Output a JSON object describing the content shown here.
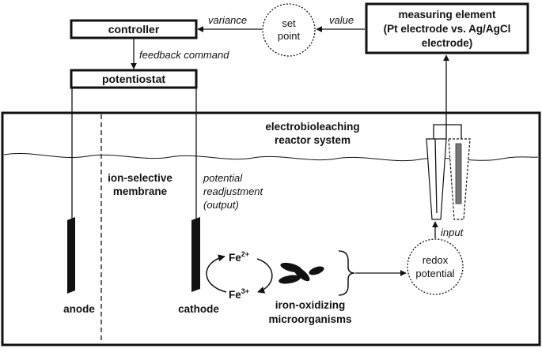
{
  "nodes": {
    "controller": "controller",
    "potentiostat": "potentiostat",
    "set_point_line1": "set",
    "set_point_line2": "point",
    "measuring_line1": "measuring element",
    "measuring_line2": "(Pt electrode vs. Ag/AgCl",
    "measuring_line3": "electrode)",
    "redox_line1": "redox",
    "redox_line2": "potential"
  },
  "edges": {
    "variance": "variance",
    "value": "value",
    "feedback_command": "feedback command",
    "input": "input"
  },
  "reactor": {
    "title_line1": "electrobioleaching",
    "title_line2": "reactor system",
    "membrane_line1": "ion-selective",
    "membrane_line2": "membrane",
    "readjust_line1": "potential",
    "readjust_line2": "readjustment",
    "readjust_line3": "(output)",
    "anode": "anode",
    "cathode": "cathode",
    "fe2": "Fe",
    "fe2_sup": "2+",
    "fe3": "Fe",
    "fe3_sup": "3+",
    "microbes_line1": "iron-oxidizing",
    "microbes_line2": "microorganisms"
  }
}
